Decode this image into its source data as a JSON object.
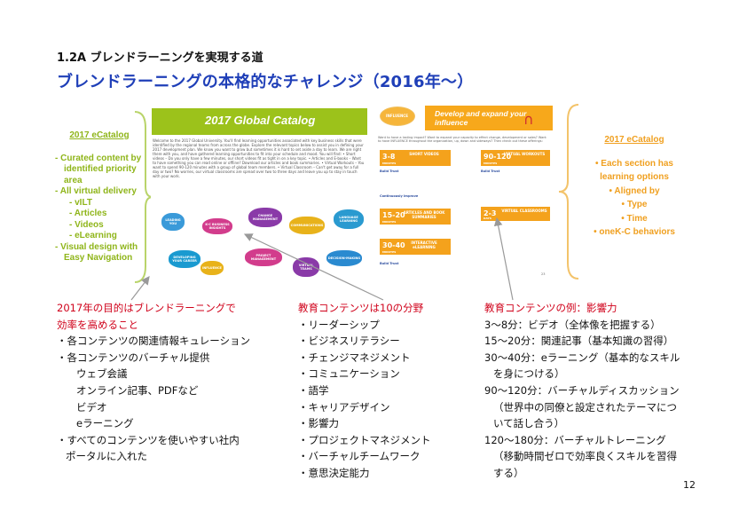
{
  "section_title": "1.2A ブレンドラーニングを実現する道",
  "main_title": "ブレンドラーニングの本格的なチャレンジ（2016年〜）",
  "left_callout": {
    "heading": "2017 eCatalog",
    "items": [
      {
        "text": "- Curated content by identified priority area",
        "level": 0
      },
      {
        "text": "- All virtual delivery",
        "level": 0
      },
      {
        "text": "- vILT",
        "level": 1
      },
      {
        "text": "- Articles",
        "level": 1
      },
      {
        "text": "- Videos",
        "level": 1
      },
      {
        "text": "- eLearning",
        "level": 1
      },
      {
        "text": "- Visual design with Easy Navigation",
        "level": 0
      }
    ]
  },
  "right_callout": {
    "heading": "2017 eCatalog",
    "items": [
      "• Each section has learning options",
      "• Aligned by",
      "• Type",
      "• Time",
      "• oneK-C behaviors"
    ]
  },
  "slide1": {
    "banner": "2017 Global Catalog",
    "body": "Welcome to the 2017 Global University. You'll find learning opportunities associated with key business skills that were identified by the regional teams from across the globe. Explore the relevant topics below to assist you in defining your 2017 development plan. We know you want to grow but sometimes it is hard to set aside a day to learn. We are right there with you, and have gathered learning opportunities to fit into your schedule and mood. You will find: • Short videos – Do you only have a few minutes, our short videos fit as tight in on a key topic. • Articles and E-books – Want to have something you can read online or offline? Download our articles and book summaries. • Virtual Workouts – You want to spend 90-120 minutes with a group of global team members. • Virtual Classroom – Can't get away for a full day or two? No worries, our virtual classrooms are spread over two to three days and leave you up to stay in touch with your work.",
    "clouds": [
      {
        "label": "LEADING YOU",
        "color": "#3a9ad9"
      },
      {
        "label": "K-C BUSINESS INSIGHTS",
        "color": "#d23c8c"
      },
      {
        "label": "CHANGE MANAGEMENT",
        "color": "#8a3aa8"
      },
      {
        "label": "COMMUNICATIONS",
        "color": "#e8b21a"
      },
      {
        "label": "LANGUAGE LEARNING",
        "color": "#2a9ad0"
      },
      {
        "label": "DEVELOPING YOUR CAREER",
        "color": "#1a9ad0"
      },
      {
        "label": "INFLUENCE",
        "color": "#e8b21a"
      },
      {
        "label": "PROJECT MANAGEMENT",
        "color": "#d23c8c"
      },
      {
        "label": "VIRTUAL TEAMS",
        "color": "#8a3aa8"
      },
      {
        "label": "DECISION-MAKING",
        "color": "#2a8ad0"
      }
    ]
  },
  "slide2": {
    "badge": "INFLUENCE",
    "banner": "Develop and expand your influence",
    "intro": "Want to have a lasting impact? Want to expand your capacity to effect change, development or sales? Want to have INFLUENCE throughout the organization, up, down and sideways? Then check out these offerings:",
    "boxes": [
      {
        "num": "3-8",
        "label": "SHORT VIDEOS",
        "sub": "MINUTES"
      },
      {
        "num": "90-120",
        "label": "VIRTUAL WORKOUTS",
        "sub": "MINUTES"
      },
      {
        "num": "15-20",
        "label": "ARTICLES AND BOOK SUMMARIES",
        "sub": "MINUTES"
      },
      {
        "num": "2-3",
        "label": "VIRTUAL CLASSROOMS",
        "sub": "DAYS"
      },
      {
        "num": "30-40",
        "label": "INTERACTIVE eLEARNING",
        "sub": "MINUTES"
      }
    ],
    "notes": [
      "Build Trust",
      "Continuously Improve",
      "Build Trust",
      "Build Trust"
    ],
    "page": "23"
  },
  "col1": {
    "heading": [
      "2017年の目的はブレンドラーニングで",
      "効率を高めること"
    ],
    "lines": [
      {
        "text": "・各コンテンツの関連情報キュレーション",
        "indent": 0
      },
      {
        "text": "・各コンテンツのバーチャル提供",
        "indent": 0
      },
      {
        "text": "ウェブ会議",
        "indent": 1
      },
      {
        "text": "オンライン記事、PDFなど",
        "indent": 1
      },
      {
        "text": "ビデオ",
        "indent": 1
      },
      {
        "text": "eラーニング",
        "indent": 1
      },
      {
        "text": "・すべてのコンテンツを使いやすい社内",
        "indent": 0
      },
      {
        "text": "ポータルに入れた",
        "indent": 2
      }
    ]
  },
  "col2": {
    "heading": "教育コンテンツは10の分野",
    "items": [
      "・リーダーシップ",
      "・ビジネスリテラシー",
      "・チェンジマネジメント",
      "・コミュニケーション",
      "・語学",
      "・キャリアデザイン",
      "・影響力",
      "・プロジェクトマネジメント",
      "・バーチャルチームワーク",
      "・意思決定能力"
    ]
  },
  "col3": {
    "heading": "教育コンテンツの例：影響力",
    "lines": [
      {
        "text": "3〜8分：ビデオ（全体像を把握する）",
        "indent": 0
      },
      {
        "text": "15〜20分：関連記事（基本知識の習得）",
        "indent": 0
      },
      {
        "text": "30〜40分：eラーニング（基本的なスキル",
        "indent": 0
      },
      {
        "text": "を身につける）",
        "indent": 2
      },
      {
        "text": "90〜120分：バーチャルディスカッション",
        "indent": 0
      },
      {
        "text": "（世界中の同僚と設定されたテーマにつ",
        "indent": 2
      },
      {
        "text": "いて話し合う）",
        "indent": 2
      },
      {
        "text": "120〜180分：バーチャルトレーニング",
        "indent": 0
      },
      {
        "text": "（移動時間ゼロで効率良くスキルを習得",
        "indent": 2
      },
      {
        "text": "する）",
        "indent": 2
      }
    ]
  },
  "page_number": "12",
  "colors": {
    "title": "#1f3fb8",
    "left_callout": "#8fb51a",
    "right_callout": "#f0a020",
    "red_heading": "#d0021b"
  }
}
